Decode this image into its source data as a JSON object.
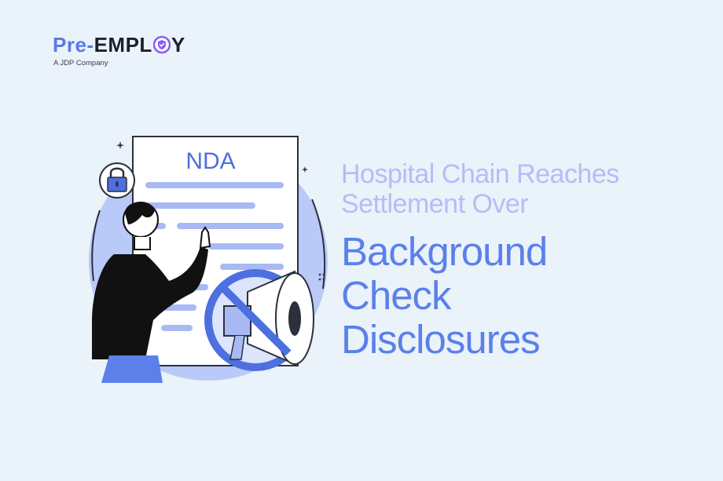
{
  "brand": {
    "name_pre": "Pre-",
    "name_emp": "EMPL",
    "name_y": "Y",
    "tagline": "A JDP Company",
    "colors": {
      "pre": "#5b79e6",
      "employ": "#1e1f2b",
      "shield": "#8b5cf6"
    }
  },
  "illustration": {
    "document_title": "NDA",
    "icons": [
      "lock-icon",
      "megaphone-icon",
      "prohibited-icon",
      "person-pointing",
      "sparkle-icon"
    ],
    "colors": {
      "document_lines": "#a9b9f4",
      "circle_bg": "#b8c8f8",
      "megaphone": "#5b80ea",
      "person_shirt": "#111111",
      "person_pants": "#5b80ea"
    }
  },
  "headline": {
    "line1": "Hospital Chain Reaches",
    "line2": "Settlement Over",
    "main1": "Background",
    "main2": "Check",
    "main3": "Disclosures",
    "colors": {
      "secondary": "#b4bdf6",
      "primary": "#5b80ea"
    }
  }
}
